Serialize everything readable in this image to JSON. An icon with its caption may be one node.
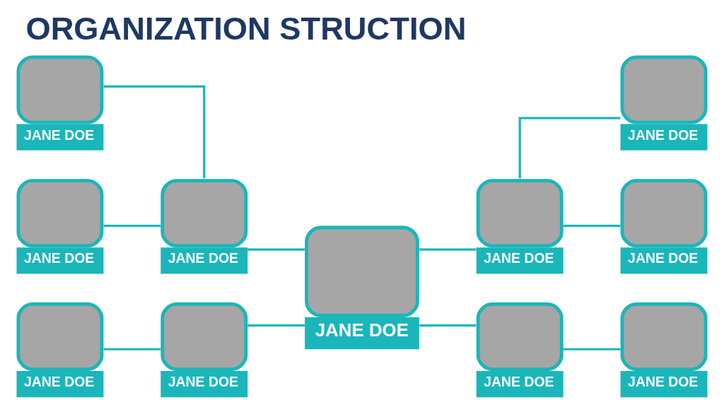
{
  "diagram": {
    "title": "ORGANIZATION STRUCTION",
    "nodes": [
      {
        "text": [
          "JANE DOE"
        ]
      },
      {
        "text": [
          "JANE DOE"
        ]
      },
      {
        "text": [
          "JANE DOE"
        ]
      },
      {
        "text": [
          "JANE DOE"
        ]
      },
      {
        "text": [
          "JANE DOE"
        ]
      },
      {
        "text": [
          "JANE DOE"
        ]
      },
      {
        "text": [
          "JANE DOE"
        ]
      },
      {
        "text": [
          "JANE DOE"
        ]
      },
      {
        "text": [
          "JANE DOE"
        ]
      },
      {
        "text": [
          "JANE DOE"
        ]
      },
      {
        "text": [
          "JANE DOE"
        ]
      }
    ],
    "edges": [
      {
        "from": 0,
        "to": 3,
        "arrow": "none"
      },
      {
        "from": 1,
        "to": 3,
        "arrow": "none"
      },
      {
        "from": 2,
        "to": 4,
        "arrow": "none"
      },
      {
        "from": 3,
        "to": 5,
        "arrow": "none"
      },
      {
        "from": 4,
        "to": 5,
        "arrow": "none"
      },
      {
        "from": 5,
        "to": 6,
        "arrow": "none"
      },
      {
        "from": 5,
        "to": 7,
        "arrow": "none"
      },
      {
        "from": 6,
        "to": 8,
        "arrow": "none"
      },
      {
        "from": 6,
        "to": 9,
        "arrow": "none"
      },
      {
        "from": 7,
        "to": 10,
        "arrow": "none"
      }
    ]
  }
}
